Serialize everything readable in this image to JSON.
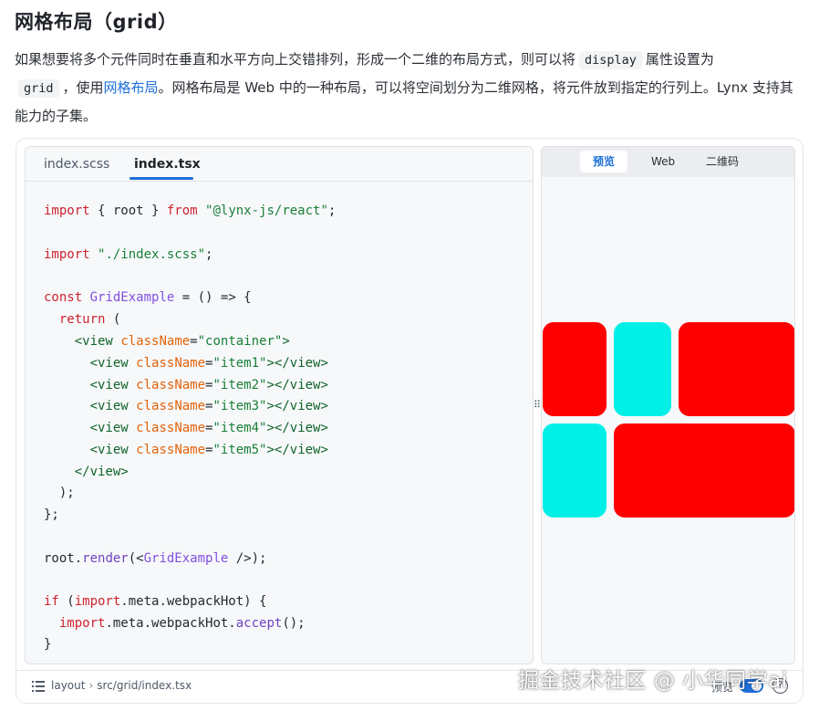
{
  "heading": "网格布局（grid）",
  "intro": {
    "part1": "如果想要将多个元件同时在垂直和水平方向上交错排列，形成一个二维的布局方式，则可以将",
    "code_display": "display",
    "part2": "属性设置为",
    "code_grid": "grid",
    "part3": "，使用",
    "link_text": "网格布局",
    "part4": "。网格布局是",
    "web_link": "Web",
    "part5": "中的一种布局，可以将空间划分为二维网格，将元件放到指定的行列上。Lynx 支持其能力的子集。"
  },
  "editor": {
    "tabs": [
      {
        "label": "index.scss",
        "active": false
      },
      {
        "label": "index.tsx",
        "active": true
      }
    ]
  },
  "code": {
    "l1_import": "import",
    "l1_mid": " { root } ",
    "l1_from": "from",
    "l1_str": "\"@lynx-js/react\"",
    "l1_end": ";",
    "l2_import": "import",
    "l2_str": "\"./index.scss\"",
    "l2_end": ";",
    "l3_const": "const",
    "l3_name": "GridExample",
    "l3_rest": " = () => {",
    "l4_return": "return",
    "l4_rest": " (",
    "l5_open": "<view",
    "l5_attr": "className",
    "l5_eq": "=",
    "l5_val": "\"container\"",
    "l5_close": ">",
    "items": [
      {
        "val": "\"item1\""
      },
      {
        "val": "\"item2\""
      },
      {
        "val": "\"item3\""
      },
      {
        "val": "\"item4\""
      },
      {
        "val": "\"item5\""
      }
    ],
    "item_open": "<view",
    "item_attr": "className",
    "item_eq": "=",
    "item_close": "></view>",
    "l11_close": "</view>",
    "l12": ");",
    "l13": "};",
    "l14_root": "root",
    "l14_dot": ".",
    "l14_render": "render",
    "l14_open": "(<",
    "l14_name": "GridExample",
    "l14_end": " />);",
    "l15_if": "if",
    "l15_paren": " (",
    "l15_import": "import",
    "l15_rest": ".meta.webpackHot) {",
    "l16_import": "import",
    "l16_mid": ".meta.webpackHot.",
    "l16_accept": "accept",
    "l16_end": "();",
    "l17": "}"
  },
  "preview": {
    "tabs": [
      {
        "label": "预览",
        "active": true
      },
      {
        "label": "Web",
        "active": false
      },
      {
        "label": "二维码",
        "active": false
      }
    ],
    "colors": {
      "red": "#ff0000",
      "cyan": "#00f0e8"
    }
  },
  "footer": {
    "breadcrumb": [
      "layout",
      "src/grid/index.tsx"
    ],
    "preview_label": "预览",
    "toggle_on": true,
    "help_symbol": "?"
  },
  "watermark": "掘金技术社区 @ 小华同学ai"
}
